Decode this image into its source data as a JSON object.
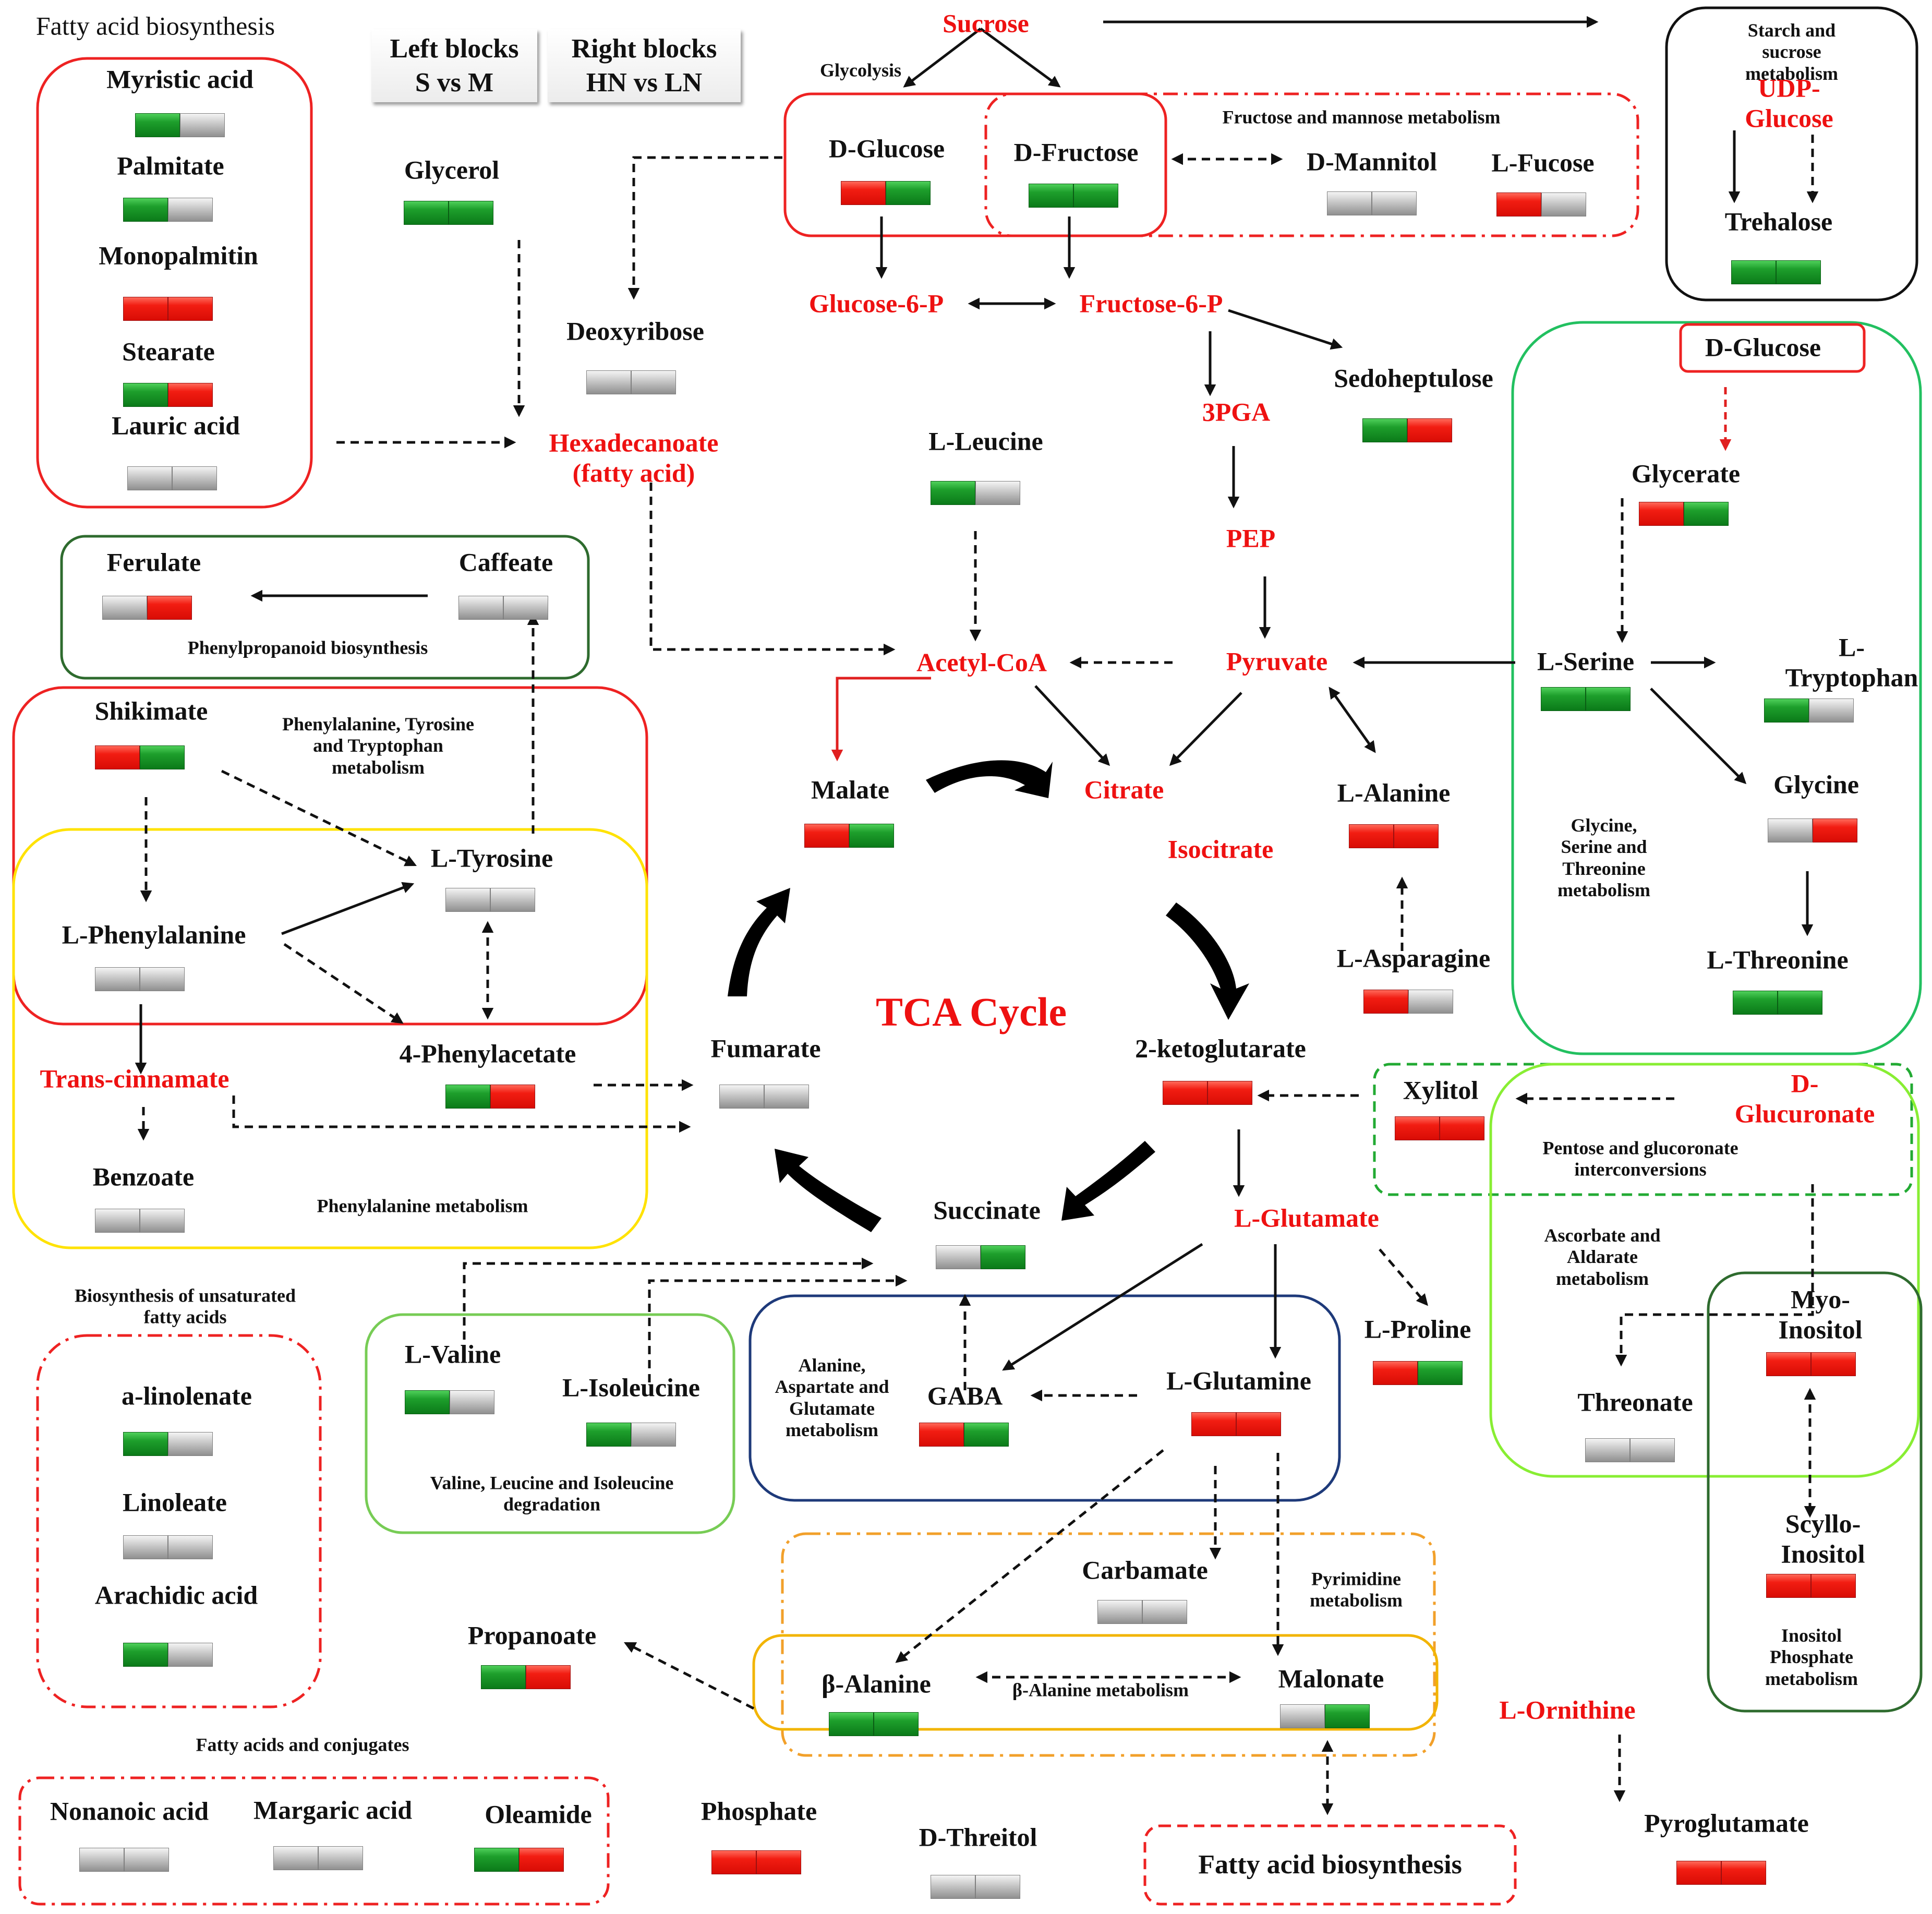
{
  "legend": {
    "left": "Left blocks\nS vs M",
    "right": "Right blocks\nHN vs LN"
  },
  "colors": {
    "red": "#ee1111",
    "green": "#1e9f2c",
    "grey": "#b8b8b8"
  },
  "pathways": {
    "fatty_acid_biosynthesis_title": "Fatty acid biosynthesis",
    "glycolysis": "Glycolysis",
    "fructose_mannose": "Fructose and mannose metabolism",
    "starch_sucrose": "Starch and sucrose\nmetabolism",
    "phenylpropanoid": "Phenylpropanoid  biosynthesis",
    "phe_tyr_trp": "Phenylalanine, Tyrosine\nand Tryptophan\nmetabolism",
    "phenylalanine": "Phenylalanine  metabolism",
    "unsat_fatty": "Biosynthesis  of unsaturated\nfatty acids",
    "fatty_conjugates": "Fatty acids and conjugates",
    "val_leu_ile": "Valine, Leucine and Isoleucine\ndegradation",
    "ala_asp_glu": "Alanine,\nAspartate and\nGlutamate\nmetabolism",
    "gly_ser_thr": "Glycine,\nSerine and\nThreonine\nmetabolism",
    "pentose": "Pentose and glucoronate\ninterconversions",
    "ascorbate": "Ascorbate and\nAldarate\nmetabolism",
    "inositol": "Inositol  Phosphate\nmetabolism",
    "pyrimidine": "Pyrimidine\nmetabolism",
    "beta_alanine": "β-Alanine  metabolism",
    "tca": "TCA Cycle",
    "fatty_box": "Fatty acid biosynthesis"
  },
  "metabolites": {
    "myristic": {
      "name": "Myristic acid",
      "left": "G",
      "right": "N"
    },
    "palmitate": {
      "name": "Palmitate",
      "left": "G",
      "right": "N"
    },
    "monopalmitin": {
      "name": "Monopalmitin",
      "left": "R",
      "right": "R"
    },
    "stearate": {
      "name": "Stearate",
      "left": "G",
      "right": "R"
    },
    "lauric": {
      "name": "Lauric acid",
      "left": "N",
      "right": "N"
    },
    "glycerol": {
      "name": "Glycerol",
      "left": "G",
      "right": "G"
    },
    "sucrose": {
      "name": "Sucrose"
    },
    "dglucose": {
      "name": "D-Glucose",
      "left": "R",
      "right": "G"
    },
    "dfructose": {
      "name": "D-Fructose",
      "left": "G",
      "right": "G"
    },
    "dmannitol": {
      "name": "D-Mannitol",
      "left": "N",
      "right": "N"
    },
    "lfucose": {
      "name": "L-Fucose",
      "left": "R",
      "right": "N"
    },
    "udpglucose": {
      "name": "UDP-Glucose"
    },
    "trehalose": {
      "name": "Trehalose",
      "left": "G",
      "right": "G"
    },
    "deoxyribose": {
      "name": "Deoxyribose",
      "left": "N",
      "right": "N"
    },
    "g6p": {
      "name": "Glucose-6-P"
    },
    "f6p": {
      "name": "Fructose-6-P"
    },
    "sedoheptulose": {
      "name": "Sedoheptulose",
      "left": "G",
      "right": "R"
    },
    "dglucose2": {
      "name": "D-Glucose"
    },
    "hexadecanoate": {
      "name": "Hexadecanoate\n(fatty acid)"
    },
    "pga": {
      "name": "3PGA"
    },
    "leucine": {
      "name": "L-Leucine",
      "left": "G",
      "right": "N"
    },
    "glycerate": {
      "name": "Glycerate",
      "left": "R",
      "right": "G"
    },
    "pep": {
      "name": "PEP"
    },
    "ferulate": {
      "name": "Ferulate",
      "left": "N",
      "right": "R"
    },
    "caffeate": {
      "name": "Caffeate",
      "left": "N",
      "right": "N"
    },
    "acetylcoa": {
      "name": "Acetyl-CoA"
    },
    "pyruvate": {
      "name": "Pyruvate"
    },
    "serine": {
      "name": "L-Serine",
      "left": "G",
      "right": "G"
    },
    "tryptophan": {
      "name": "L-Tryptophan",
      "left": "G",
      "right": "N"
    },
    "shikimate": {
      "name": "Shikimate",
      "left": "R",
      "right": "G"
    },
    "malate": {
      "name": "Malate",
      "left": "R",
      "right": "G"
    },
    "citrate": {
      "name": "Citrate"
    },
    "alanine": {
      "name": "L-Alanine",
      "left": "R",
      "right": "R"
    },
    "glycine": {
      "name": "Glycine",
      "left": "N",
      "right": "R"
    },
    "isocitrate": {
      "name": "Isocitrate"
    },
    "tyrosine": {
      "name": "L-Tyrosine",
      "left": "N",
      "right": "N"
    },
    "phenylalanine": {
      "name": "L-Phenylalanine",
      "left": "N",
      "right": "N"
    },
    "asparagine": {
      "name": "L-Asparagine",
      "left": "R",
      "right": "N"
    },
    "threonine": {
      "name": "L-Threonine",
      "left": "G",
      "right": "G"
    },
    "phenylacetate": {
      "name": "4-Phenylacetate",
      "left": "G",
      "right": "R"
    },
    "fumarate": {
      "name": "Fumarate",
      "left": "N",
      "right": "N"
    },
    "ketoglutarate": {
      "name": "2-ketoglutarate",
      "left": "R",
      "right": "R"
    },
    "transcinnamate": {
      "name": "Trans-cinnamate"
    },
    "xylitol": {
      "name": "Xylitol",
      "left": "R",
      "right": "R"
    },
    "dglucuronate": {
      "name": "D-Glucuronate"
    },
    "benzoate": {
      "name": "Benzoate",
      "left": "N",
      "right": "N"
    },
    "succinate": {
      "name": "Succinate",
      "left": "N",
      "right": "G"
    },
    "glutamate": {
      "name": "L-Glutamate"
    },
    "proline": {
      "name": "L-Proline",
      "left": "R",
      "right": "G"
    },
    "myoinositol": {
      "name": "Myo-Inositol",
      "left": "R",
      "right": "R"
    },
    "valine": {
      "name": "L-Valine",
      "left": "G",
      "right": "N"
    },
    "isoleucine": {
      "name": "L-Isoleucine",
      "left": "G",
      "right": "N"
    },
    "gaba": {
      "name": "GABA",
      "left": "R",
      "right": "G"
    },
    "glutamine": {
      "name": "L-Glutamine",
      "left": "R",
      "right": "R"
    },
    "threonate": {
      "name": "Threonate",
      "left": "N",
      "right": "N"
    },
    "alinolenate": {
      "name": "a-linolenate",
      "left": "G",
      "right": "N"
    },
    "linoleate": {
      "name": "Linoleate",
      "left": "N",
      "right": "N"
    },
    "arachidic": {
      "name": "Arachidic acid",
      "left": "G",
      "right": "N"
    },
    "carbamate": {
      "name": "Carbamate",
      "left": "N",
      "right": "N"
    },
    "scylloinositol": {
      "name": "Scyllo-Inositol",
      "left": "R",
      "right": "R"
    },
    "propanoate": {
      "name": "Propanoate",
      "left": "G",
      "right": "R"
    },
    "betaalanine": {
      "name": "β-Alanine",
      "left": "G",
      "right": "G"
    },
    "malonate": {
      "name": "Malonate",
      "left": "N",
      "right": "G"
    },
    "lornithine": {
      "name": "L-Ornithine"
    },
    "nonanoic": {
      "name": "Nonanoic acid",
      "left": "N",
      "right": "N"
    },
    "margaric": {
      "name": "Margaric acid",
      "left": "N",
      "right": "N"
    },
    "oleamide": {
      "name": "Oleamide",
      "left": "G",
      "right": "R"
    },
    "phosphate": {
      "name": "Phosphate",
      "left": "R",
      "right": "R"
    },
    "dthreitol": {
      "name": "D-Threitol",
      "left": "N",
      "right": "N"
    },
    "pyroglutamate": {
      "name": "Pyroglutamate",
      "left": "R",
      "right": "R"
    }
  }
}
